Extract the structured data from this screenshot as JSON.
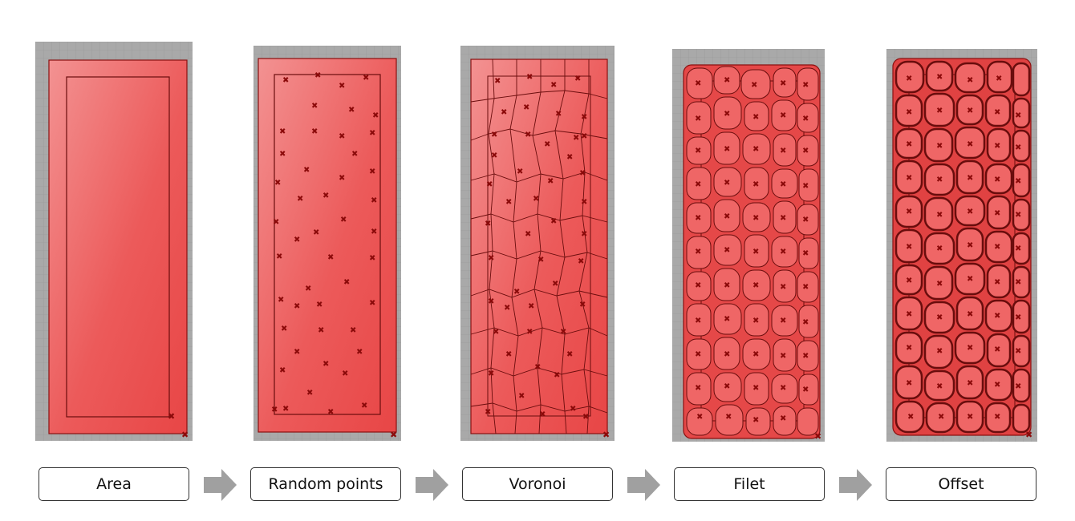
{
  "steps": [
    {
      "label": "Area"
    },
    {
      "label": "Random points"
    },
    {
      "label": "Voronoi"
    },
    {
      "label": "Filet"
    },
    {
      "label": "Offset"
    }
  ],
  "arrow_icon": "right-arrow-icon",
  "colors": {
    "fill": "#ec4f4f",
    "fill_light": "#f39292",
    "edge": "#8b1010",
    "point": "#8b0a0a",
    "grid_bg": "#a9a9a9",
    "arrow": "#a0a0a0",
    "box_border": "#333333"
  }
}
